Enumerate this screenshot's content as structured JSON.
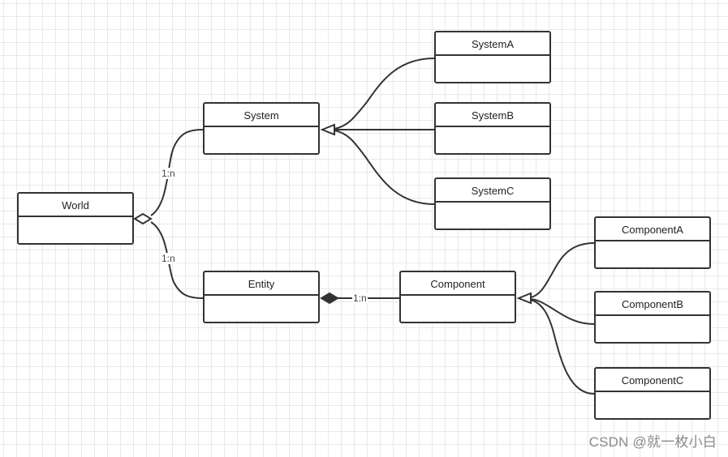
{
  "diagram": {
    "classes": {
      "world": "World",
      "system": "System",
      "entity": "Entity",
      "component": "Component",
      "system_a": "SystemA",
      "system_b": "SystemB",
      "system_c": "SystemC",
      "component_a": "ComponentA",
      "component_b": "ComponentB",
      "component_c": "ComponentC"
    },
    "relations": {
      "world_system_multiplicity": "1:n",
      "world_entity_multiplicity": "1:n",
      "entity_component_multiplicity": "1:n"
    },
    "line_color": "#333333",
    "grid_color": "#e9e9e9"
  },
  "watermark": "CSDN @就一枚小白"
}
